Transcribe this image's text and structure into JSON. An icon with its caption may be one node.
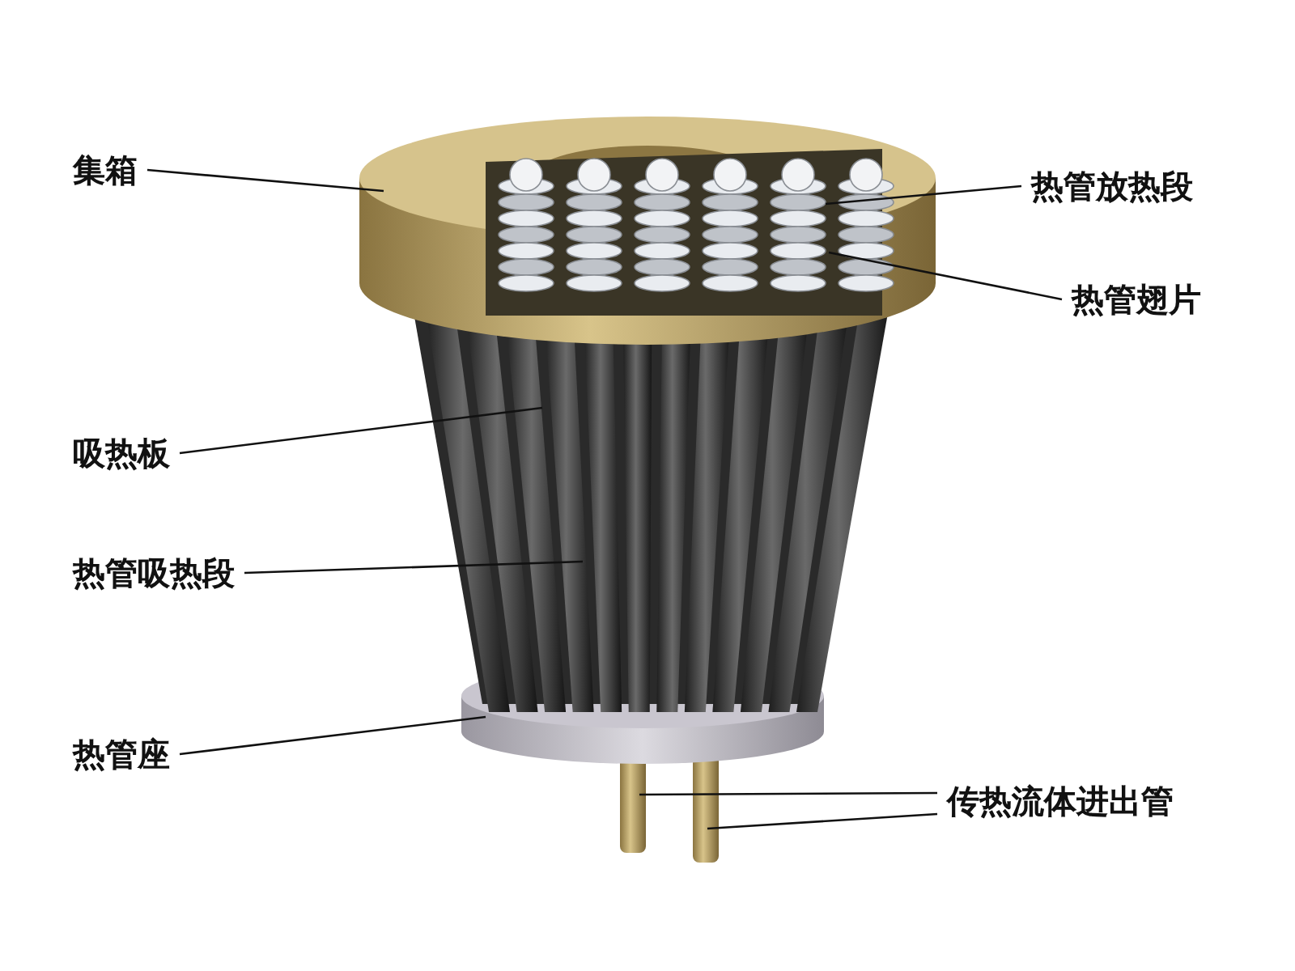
{
  "diagram": {
    "nodes": [
      {
        "text": [
          "集箱"
        ]
      },
      {
        "text": [
          "热管放热段"
        ]
      },
      {
        "text": [
          "热管翅片"
        ]
      },
      {
        "text": [
          "吸热板"
        ]
      },
      {
        "text": [
          "热管吸热段"
        ]
      },
      {
        "text": [
          "热管座"
        ]
      },
      {
        "text": [
          "传热流体进出管"
        ]
      }
    ],
    "edges": [
      {
        "from": 0,
        "to": null,
        "arrow": "none"
      },
      {
        "from": 1,
        "to": null,
        "arrow": "none"
      },
      {
        "from": 2,
        "to": null,
        "arrow": "none"
      },
      {
        "from": 3,
        "to": null,
        "arrow": "none"
      },
      {
        "from": 4,
        "to": null,
        "arrow": "none"
      },
      {
        "from": 5,
        "to": null,
        "arrow": "none"
      },
      {
        "from": 6,
        "to": null,
        "arrow": "none"
      },
      {
        "from": 6,
        "to": null,
        "arrow": "none"
      }
    ]
  }
}
